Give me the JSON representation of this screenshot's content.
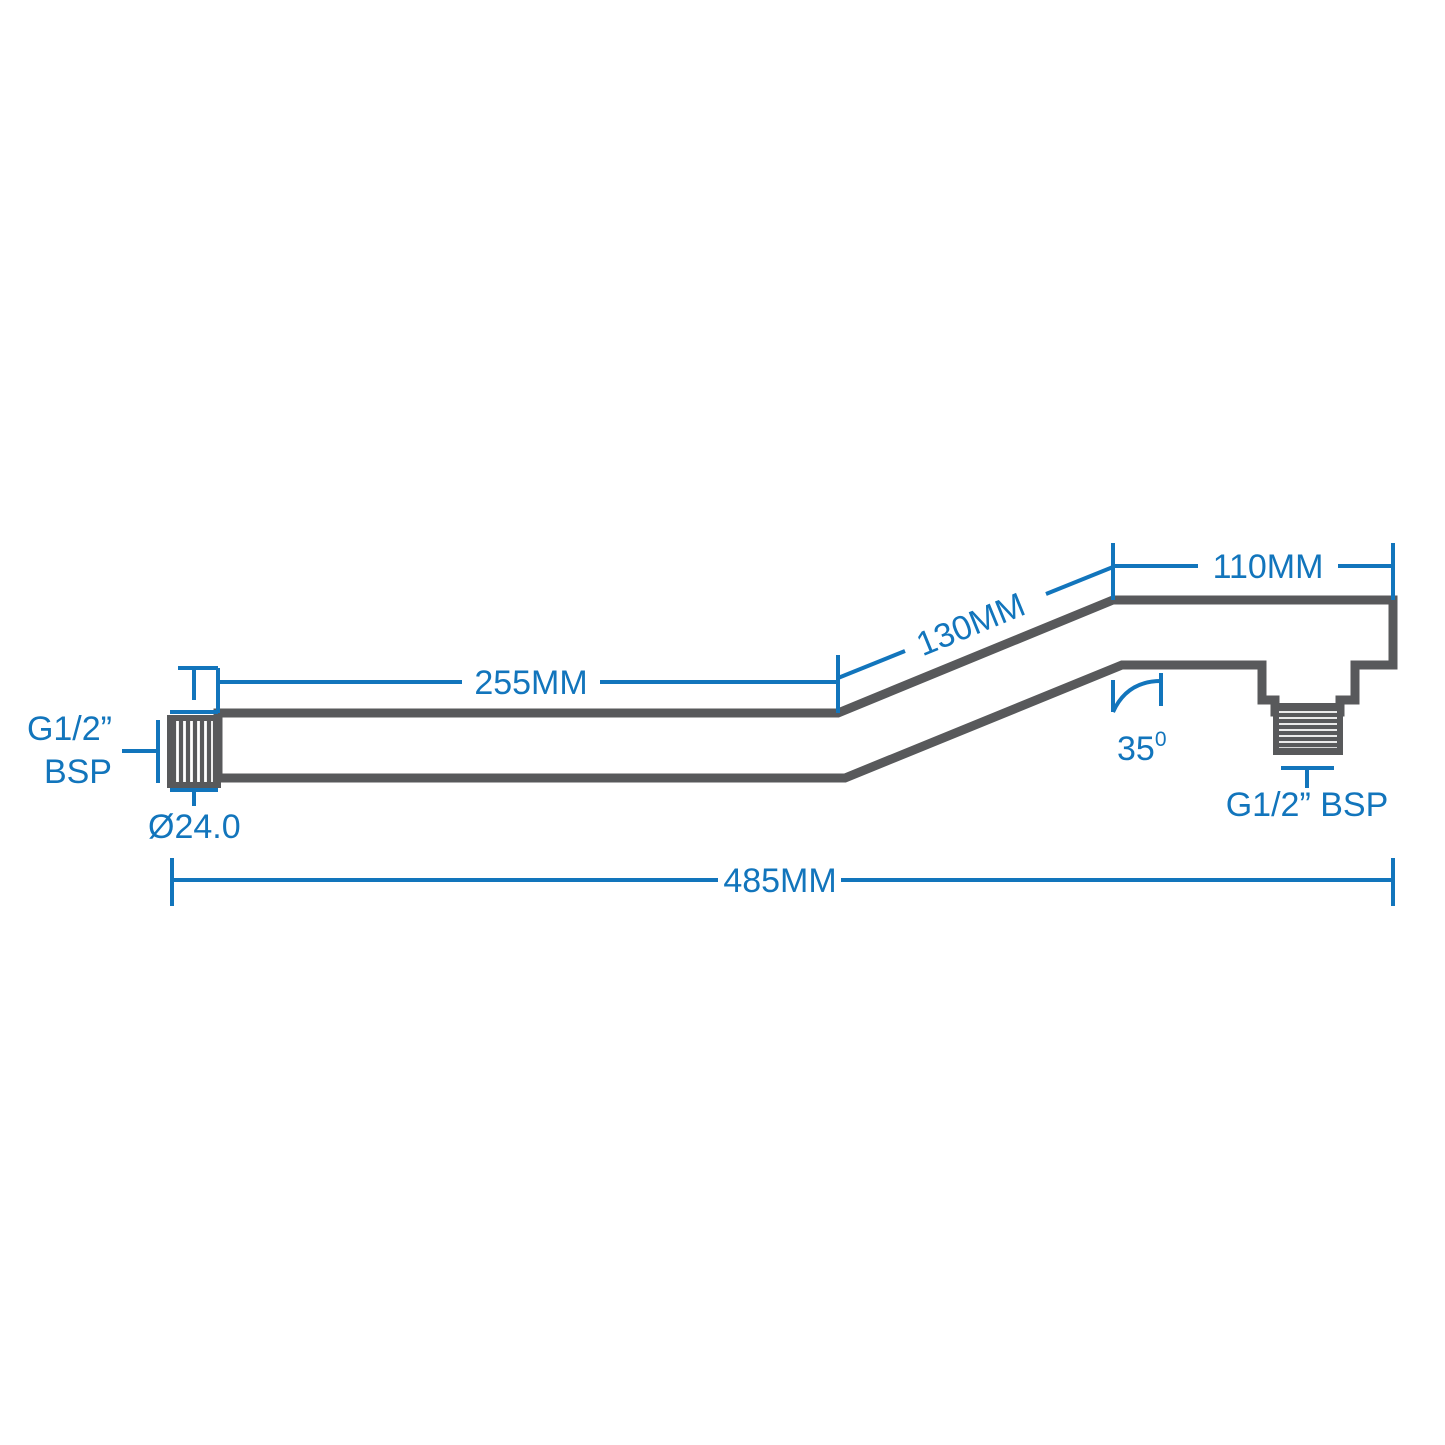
{
  "drawing": {
    "title": "Shower Arm Dimensional Drawing",
    "colors": {
      "dimension_blue": "#1275bc",
      "body_outline": "#58595b",
      "body_fill": "#ffffff",
      "background": "#ffffff",
      "thread_line": "#58595b"
    },
    "dimensions": {
      "inlet_thread_spec": "G1/2”",
      "inlet_thread_spec_line2": "BSP",
      "inlet_diameter": "Ø24.0",
      "straight_length": "255MM",
      "diagonal_length": "130MM",
      "head_length": "110MM",
      "bend_angle_value": "35",
      "bend_angle_symbol": "0",
      "overall_length": "485MM",
      "outlet_thread_spec": "G1/2” BSP"
    }
  },
  "chart_data": {
    "type": "diagram",
    "title": "Shower Arm Dimensional Drawing",
    "subject": "wall-mounted shower arm, side elevation",
    "annotations": [
      {
        "name": "inlet-thread",
        "label": "G1/2” BSP",
        "position": "left",
        "kind": "thread-callout"
      },
      {
        "name": "inlet-diameter",
        "label": "Ø24.0",
        "position": "left-below",
        "kind": "diameter"
      },
      {
        "name": "straight-section",
        "label": "255MM",
        "position": "top-left",
        "kind": "linear-dimension"
      },
      {
        "name": "diagonal-section",
        "label": "130MM",
        "position": "top-middle-rotated",
        "kind": "linear-dimension"
      },
      {
        "name": "head-section",
        "label": "110MM",
        "position": "top-right",
        "kind": "linear-dimension"
      },
      {
        "name": "bend-angle",
        "label": "35⁰",
        "position": "right-inner",
        "kind": "angular-dimension"
      },
      {
        "name": "outlet-thread",
        "label": "G1/2” BSP",
        "position": "bottom-right",
        "kind": "thread-callout"
      },
      {
        "name": "overall-length",
        "label": "485MM",
        "position": "bottom",
        "kind": "linear-dimension"
      }
    ],
    "values_mm": {
      "straight": 255,
      "diagonal": 130,
      "head": 110,
      "overall": 485,
      "inlet_diameter": 24.0,
      "bend_angle_deg": 35
    }
  }
}
